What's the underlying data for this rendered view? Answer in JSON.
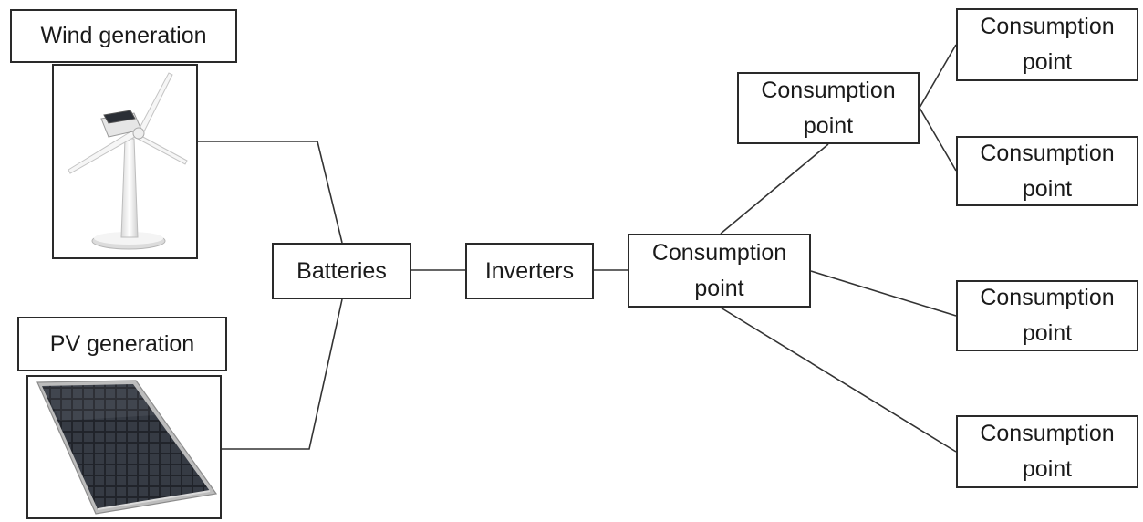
{
  "sources": {
    "wind_label": "Wind generation",
    "pv_label": "PV generation"
  },
  "storage": {
    "batteries_label": "Batteries"
  },
  "conversion": {
    "inverters_label": "Inverters"
  },
  "consumption": {
    "center_label": "Consumption\npoint",
    "upper_label": "Consumption\npoint",
    "right_labels": [
      "Consumption\npoint",
      "Consumption\npoint",
      "Consumption\npoint",
      "Consumption\npoint"
    ]
  },
  "colors": {
    "line": "#333333",
    "border": "#2a2a2a",
    "text": "#1a1a1a",
    "panel_dark": "#2b2f36",
    "turbine_white": "#f2f2f2"
  }
}
